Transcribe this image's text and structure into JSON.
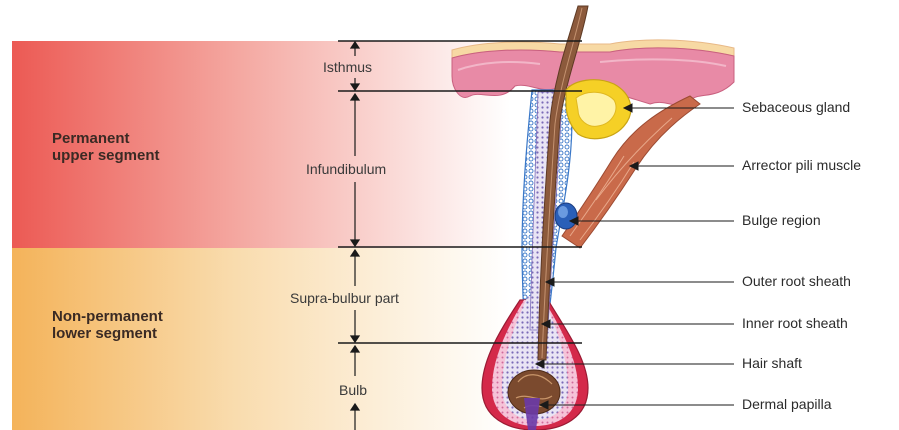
{
  "segments": {
    "upper": {
      "line1": "Permanent",
      "line2": "upper segment",
      "color": "#ec5a54"
    },
    "lower": {
      "line1": "Non-permanent",
      "line2": "lower segment",
      "color": "#f4b35a"
    }
  },
  "regions": {
    "isthmus": "Isthmus",
    "infundibulum": "Infundibulum",
    "suprabulbar": "Supra-bulbur part",
    "bulb": "Bulb"
  },
  "parts": {
    "sebaceous_gland": "Sebaceous gland",
    "arrector_pili": "Arrector pili muscle",
    "bulge_region": "Bulge region",
    "outer_root_sheath": "Outer root sheath",
    "inner_root_sheath": "Inner root sheath",
    "hair_shaft": "Hair shaft",
    "dermal_papilla": "Dermal papilla"
  }
}
